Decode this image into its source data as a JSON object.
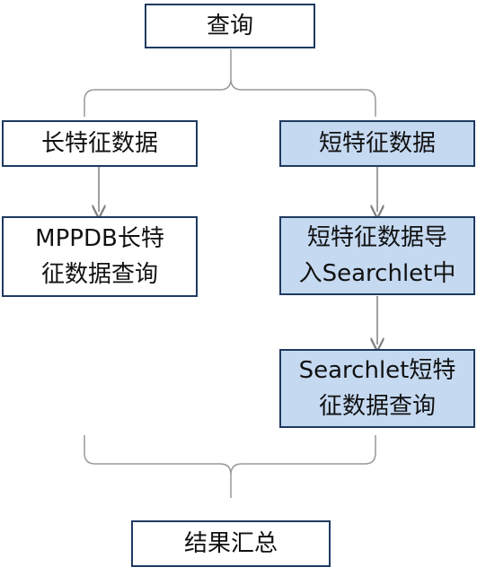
{
  "nodes": {
    "query": "查询",
    "long_feature": "长特征数据",
    "short_feature": "短特征数据",
    "mppdb_query": "MPPDB长特\n征数据查询",
    "import_searchlet": "短特征数据导\n入Searchlet中",
    "searchlet_query": "Searchlet短特\n征数据查询",
    "summary": "结果汇总"
  },
  "colors": {
    "border": "#1f3a60",
    "highlight_fill": "#c5d9f1",
    "connector": "#999999",
    "arrow": "#7f7f7f"
  }
}
